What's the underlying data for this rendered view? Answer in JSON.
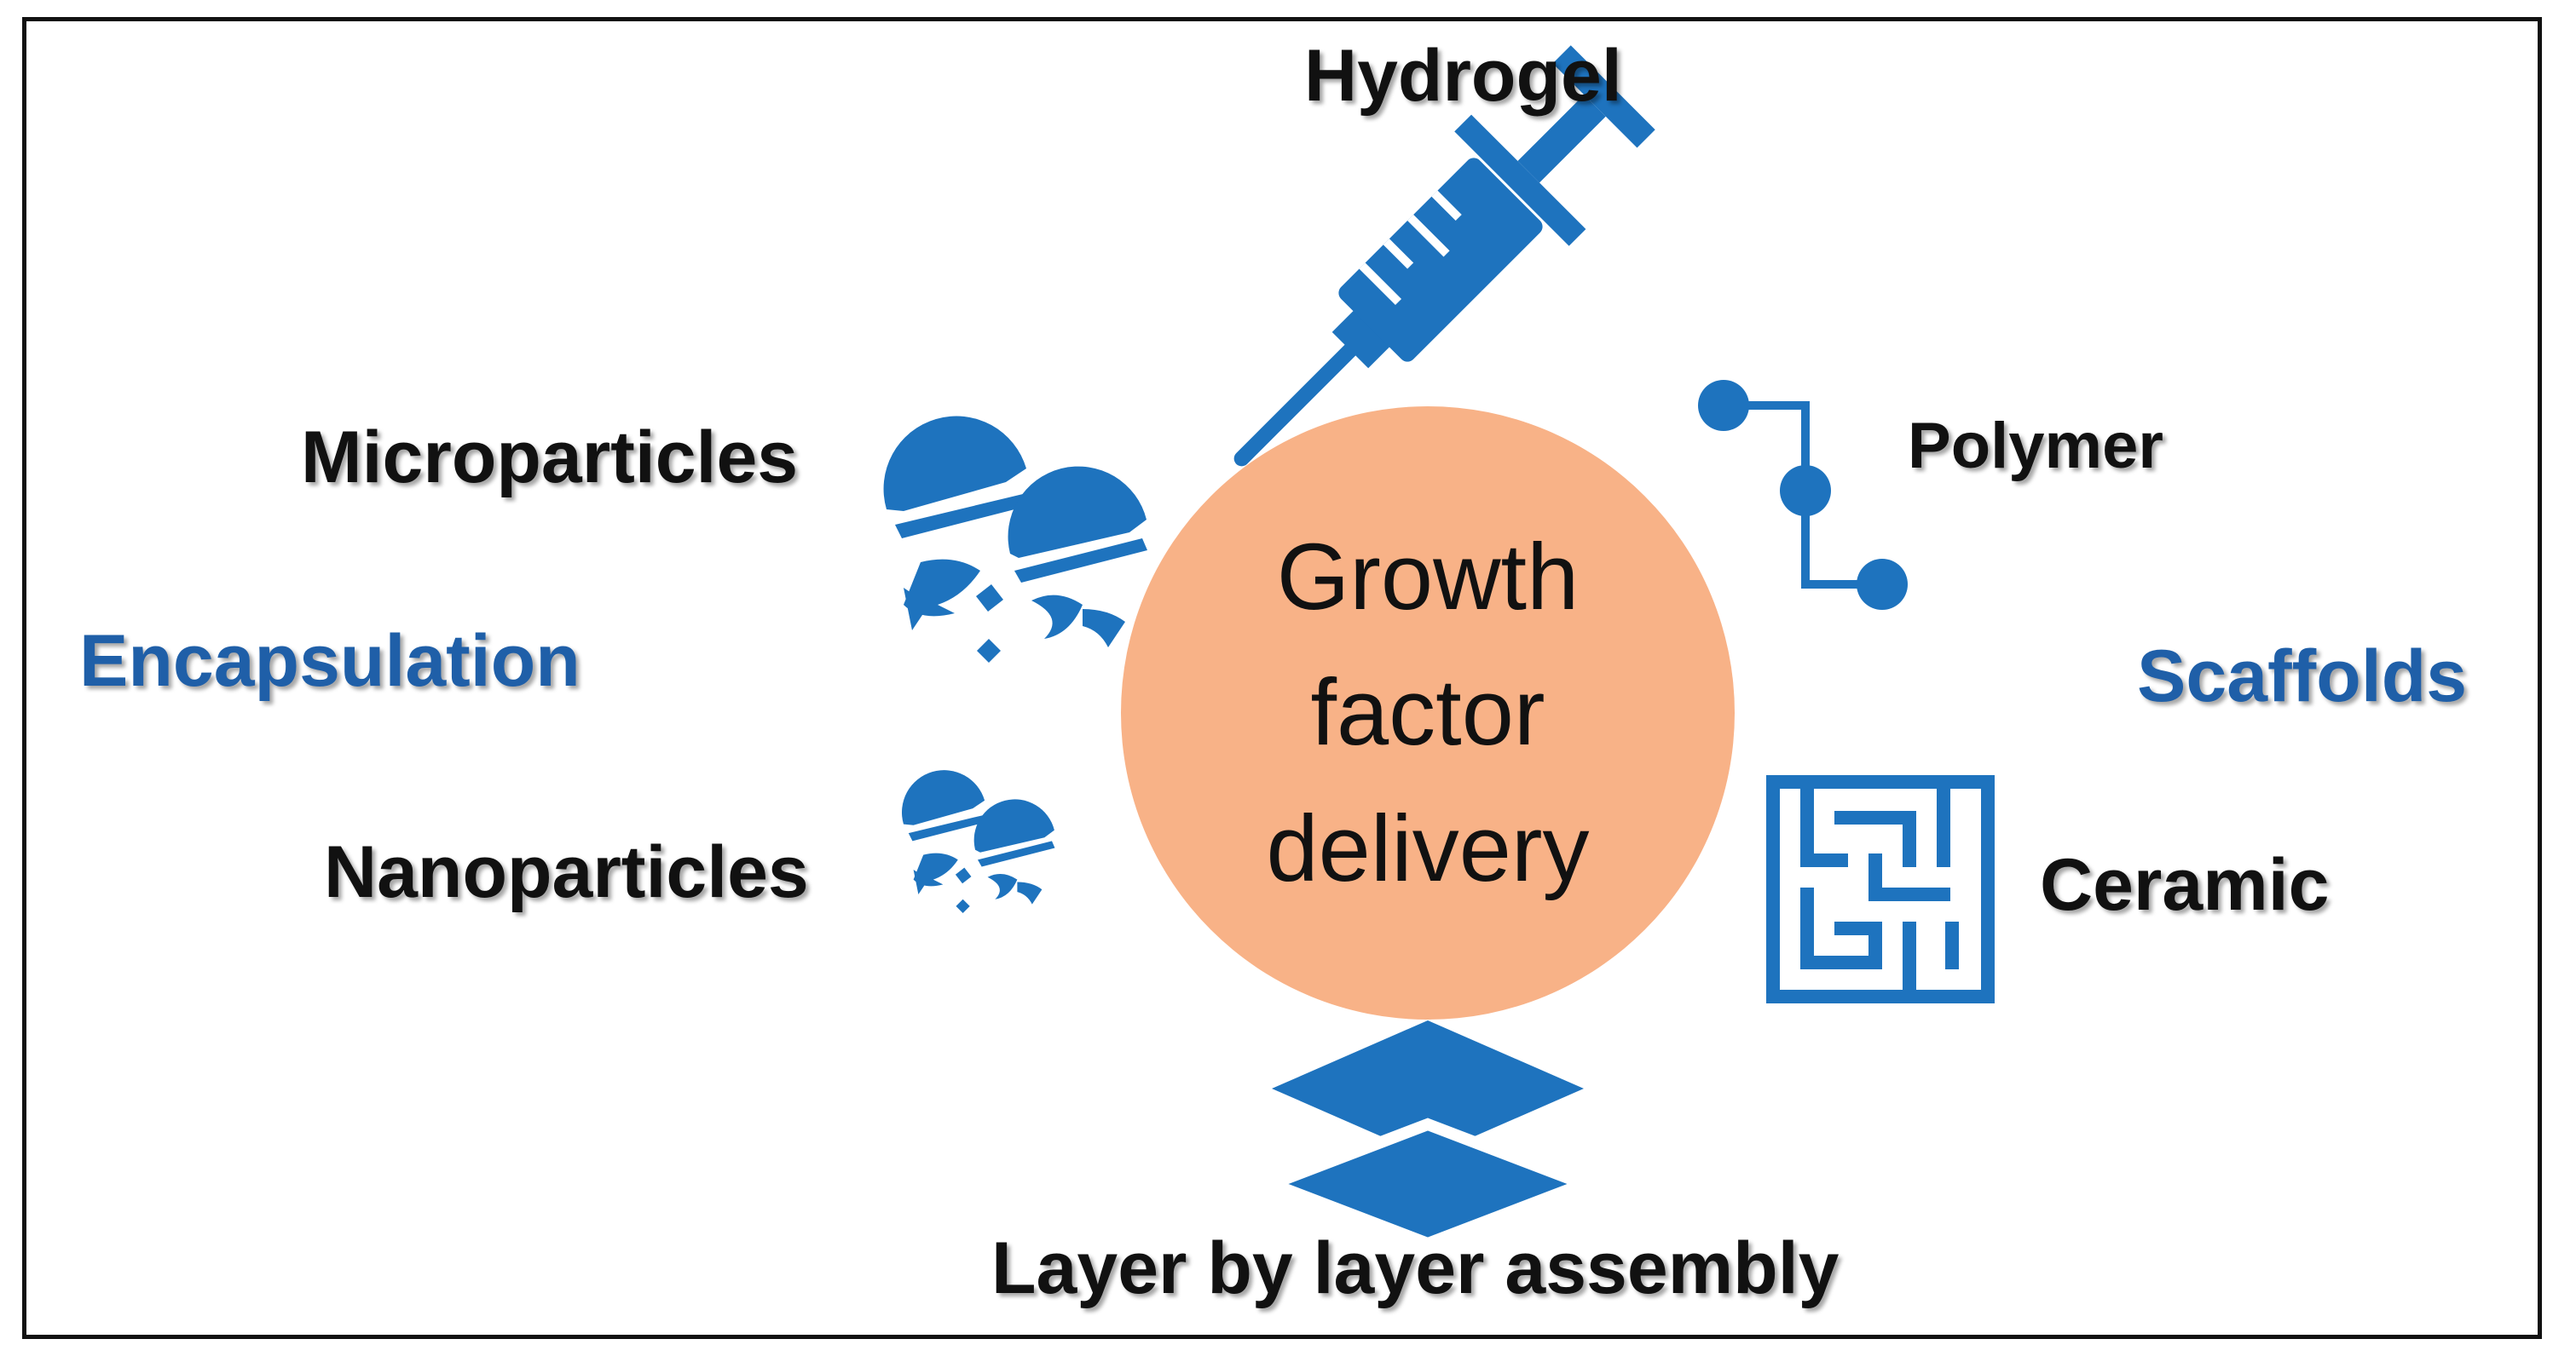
{
  "center": {
    "line1": "Growth",
    "line2": "factor",
    "line3": "delivery"
  },
  "groups": {
    "left": "Encapsulation",
    "right": "Scaffolds"
  },
  "items": {
    "hydrogel": "Hydrogel",
    "polymer": "Polymer",
    "microparticles": "Microparticles",
    "nanoparticles": "Nanoparticles",
    "ceramic": "Ceramic",
    "layer_assembly": "Layer by layer assembly"
  },
  "icons": {
    "hydrogel": "syringe-icon",
    "polymer": "polymer-chain-icon",
    "microparticles": "capsule-burst-icon",
    "nanoparticles": "capsule-burst-icon",
    "ceramic": "maze-icon",
    "layer_assembly": "layers-icon"
  },
  "colors": {
    "accent": "#1e73be",
    "center_fill": "#f8b287",
    "group_text": "#1f5fa8",
    "frame": "#111111"
  }
}
